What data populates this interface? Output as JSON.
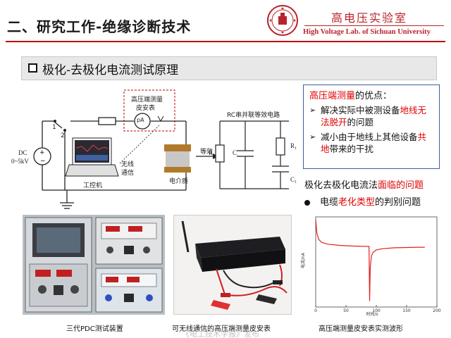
{
  "header": {
    "title": "二、研究工作-绝缘诊断技术",
    "logo_text": "四川大学 SICHUAN UNIVERSITY",
    "lab_cn": "高电压实验室",
    "lab_en": "High Voltage Lab. of Sichuan University"
  },
  "subtitle": "极化-去极化电流测试原理",
  "diagram": {
    "meter_label_1": "高压端测量",
    "meter_label_2": "皮安表",
    "pa_symbol": "pA",
    "switch_pos_1": "1",
    "switch_pos_2": "2",
    "dc_label": "DC",
    "dc_range": "0~5kV",
    "wireless_1": "无线",
    "wireless_2": "通信",
    "pc_label": "工控机",
    "dielectric_label": "电介质",
    "equiv_label": "等效",
    "rc_title": "RC串并联等效电路",
    "r_label": "R",
    "c_label": "C",
    "r1_label": "R₁",
    "c1_label": "C₁"
  },
  "advantages": {
    "title_red": "高压端测量",
    "title_rest": "的优点：",
    "item1_a": "解决实际中被测设备",
    "item1_red": "地线无法脱开",
    "item1_b": "的问题",
    "item2_a": "减小由于地线上其他设备",
    "item2_red": "共地",
    "item2_b": "带来的干扰"
  },
  "polarization": {
    "title_a": "极化去极化电流法",
    "title_red": "面临的问题",
    "item_a": "电缆",
    "item_red": "老化类型",
    "item_b": "的判别问题"
  },
  "captions": {
    "pdc": "三代PDC测试装置",
    "meter": "可无线通信的高压端测量皮安表",
    "wave": "高压端测量皮安表实测波形"
  },
  "chart_data": {
    "type": "line",
    "title": "",
    "xlabel": "时间/s",
    "ylabel": "电流/nA",
    "xlim": [
      0,
      200
    ],
    "x_ticks": [
      0,
      50,
      100,
      150,
      200
    ],
    "ylim": [
      -4,
      2
    ],
    "series": [
      {
        "x": [
          0,
          2,
          5,
          10,
          20,
          40,
          60,
          80,
          88,
          89,
          90,
          92,
          95,
          100,
          110,
          130,
          150,
          170,
          180
        ],
        "values": [
          1.8,
          0.9,
          0.5,
          0.3,
          0.18,
          0.1,
          0.06,
          0.04,
          0.03,
          -3.6,
          -1.4,
          -0.6,
          -0.35,
          -0.2,
          -0.12,
          -0.06,
          -0.04,
          -0.02,
          -0.02
        ]
      }
    ],
    "colors": {
      "line": "#e02020"
    }
  },
  "watermark": "《电工技术学报》发布"
}
